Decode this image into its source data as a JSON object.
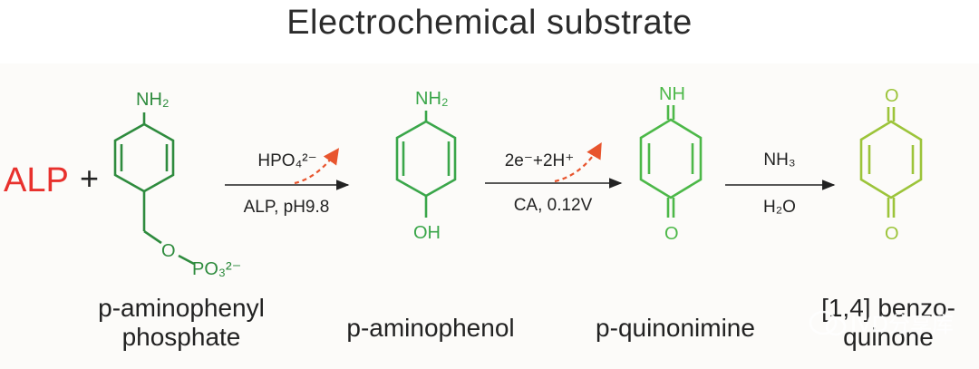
{
  "title": "Electrochemical substrate",
  "enzyme": "ALP",
  "plus": "+",
  "colors": {
    "enzyme": "#e8312d",
    "ring_dark_green": "#2e8b3e",
    "ring_green": "#3aa64a",
    "ring_bright_green": "#4cb848",
    "ring_yellow_green": "#9cc43a",
    "side_arrow": "#e8552e",
    "arrow": "#222222"
  },
  "compounds": [
    {
      "name_line1": "p-aminophenyl",
      "name_line2": "phosphate",
      "top_group": "NH₂",
      "bottom_group": "O",
      "phosphate": "PO₃²⁻"
    },
    {
      "name_line1": "p-aminophenol",
      "name_line2": "",
      "top_group": "NH₂",
      "bottom_group": "OH"
    },
    {
      "name_line1": "p-quinonimine",
      "name_line2": "",
      "top_group": "NH",
      "bottom_group": "O"
    },
    {
      "name_line1": "[1,4] benzo-",
      "name_line2": "quinone",
      "top_group": "O",
      "bottom_group": "O"
    }
  ],
  "reactions": [
    {
      "above": "HPO₄²⁻",
      "below": "ALP, pH9.8"
    },
    {
      "above": "2e⁻+2H⁺",
      "below": "CA, 0.12V"
    },
    {
      "above": "NH₃",
      "below": "H₂O"
    }
  ],
  "watermark": "IVD分享库"
}
